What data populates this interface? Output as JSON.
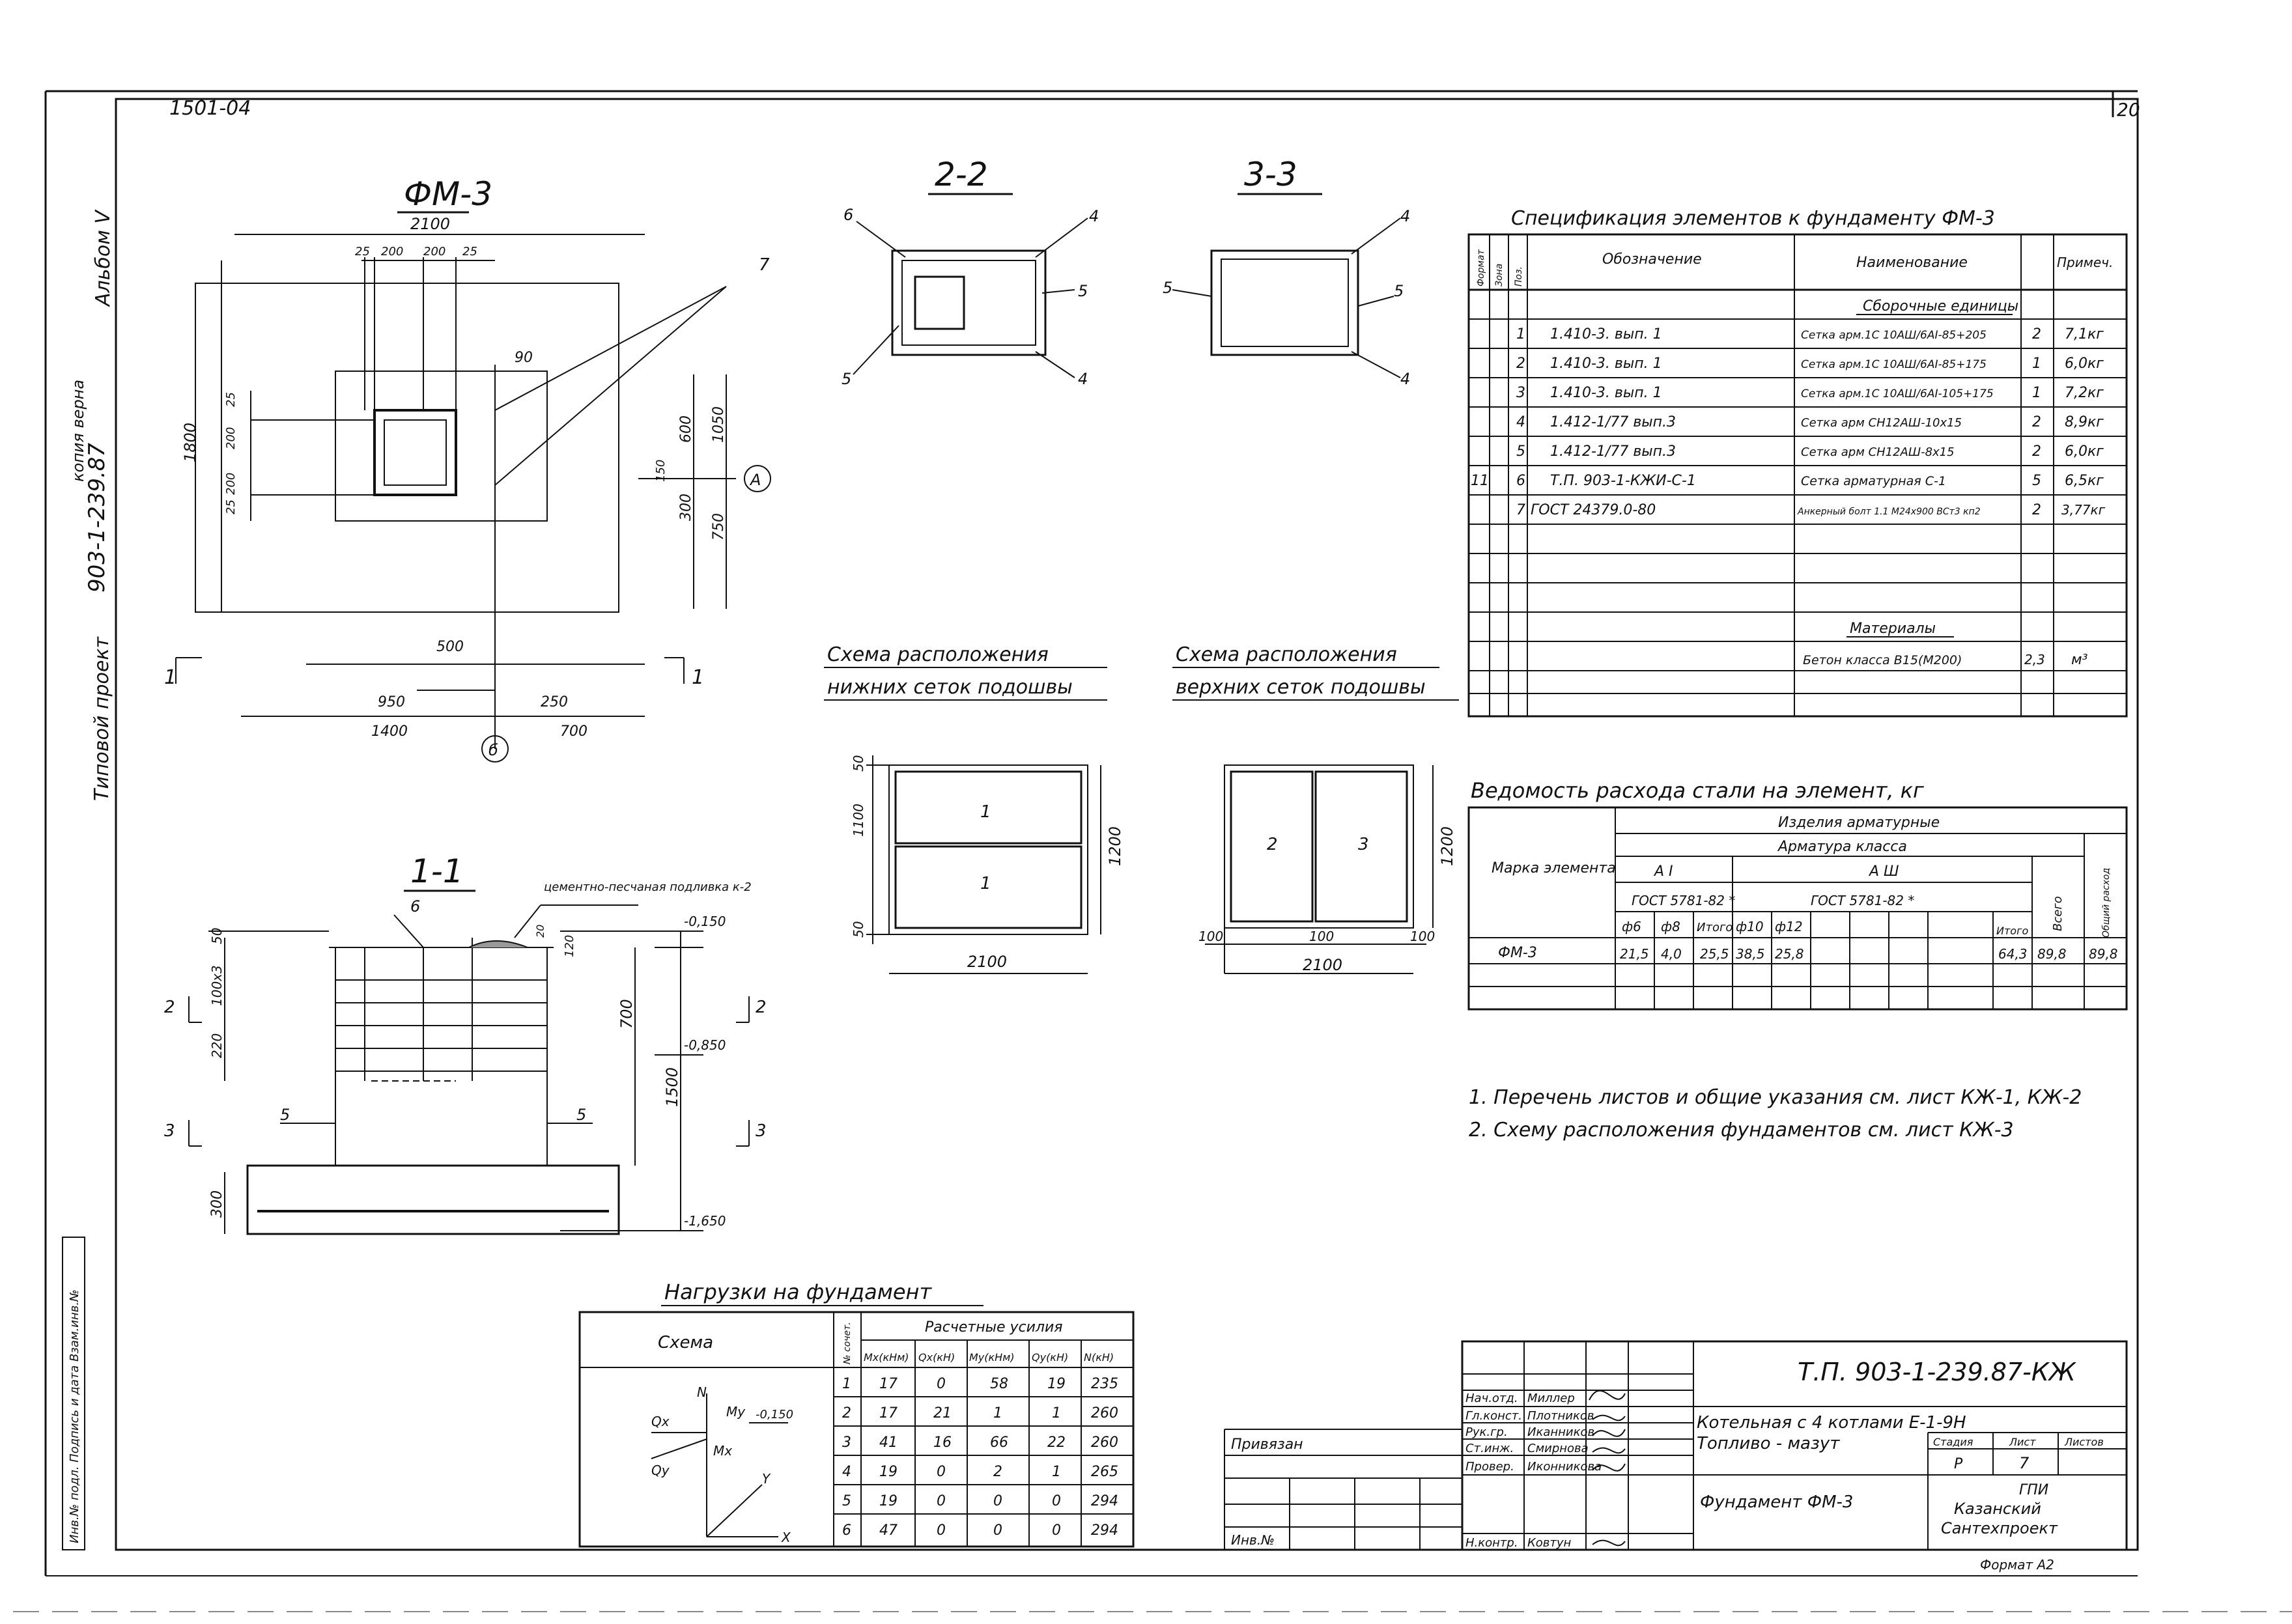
{
  "sheet": {
    "series_code": "1501-04",
    "sheet_number": "20",
    "left_margin": {
      "album": "Альбом V",
      "project_type": "Типовой проект",
      "project_number": "903-1-239.87",
      "copy_note": "копия верна"
    },
    "stamp_column": "Инв.№ подл. Подпись и дата Взам.инв.№"
  },
  "plan": {
    "title": "ФМ-3",
    "dims": {
      "overall_width": "2100",
      "col_25a": "25",
      "col_200a": "200",
      "col_200b": "200",
      "col_25b": "25",
      "overall_height": "1800",
      "left_25a": "25",
      "left_200a": "200",
      "left_200b": "200",
      "left_25b": "25",
      "d90": "90",
      "d600": "600",
      "d1050": "1050",
      "d150": "150",
      "d300": "300",
      "d750": "750",
      "d500": "500",
      "d950": "950",
      "d250": "250",
      "d1400": "1400",
      "d700": "700"
    },
    "callout_7": "7",
    "axis_a": "А",
    "axis_b": "б",
    "cut_1_left": "1",
    "cut_1_right": "1"
  },
  "section22": {
    "title": "2-2",
    "c6": "6",
    "c4a": "4",
    "c5a": "5",
    "c5b": "5",
    "c4b": "4"
  },
  "section33": {
    "title": "3-3",
    "c4a": "4",
    "c5a": "5",
    "c5b": "5",
    "c4b": "4"
  },
  "section11": {
    "title": "1-1",
    "note": "цементно-песчаная подливка к-2",
    "lvl_top": "-0,150",
    "lvl_mid": "-0,850",
    "lvl_bot": "-1,650",
    "d50": "50",
    "d100x3": "100x3",
    "d220": "220",
    "d300": "300",
    "d20": "20",
    "d120": "120",
    "d700": "700",
    "d1500": "1500",
    "c6": "6",
    "c5a": "5",
    "c5b": "5",
    "cut2_l": "2",
    "cut2_r": "2",
    "cut3_l": "3",
    "cut3_r": "3"
  },
  "scheme_lower": {
    "title_line1": "Схема расположения",
    "title_line2": "нижних сеток подошвы",
    "mesh_top": "1",
    "mesh_bottom": "1",
    "d50a": "50",
    "d1100": "1100",
    "d50b": "50",
    "d1200": "1200",
    "d2100": "2100"
  },
  "scheme_upper": {
    "title_line1": "Схема расположения",
    "title_line2": "верхних сеток подошвы",
    "mesh_left": "2",
    "mesh_right": "3",
    "d100a": "100",
    "d100b": "100",
    "d100c": "100",
    "d1200": "1200",
    "d2100": "2100"
  },
  "spec": {
    "title": "Спецификация элементов к фундаменту ФМ-3",
    "headers": [
      "Формат",
      "Зона",
      "Поз.",
      "Обозначение",
      "Наименование",
      "",
      "Примеч."
    ],
    "group1": "Сборочные единицы",
    "rows": [
      {
        "zone": "",
        "pos": "1",
        "code": "1.410-3. вып. 1",
        "name": "Сетка арм.1С 10АШ/6АI-85+205",
        "qty": "2",
        "note": "7,1кг"
      },
      {
        "zone": "",
        "pos": "2",
        "code": "1.410-3. вып. 1",
        "name": "Сетка арм.1С 10АШ/6АI-85+175",
        "qty": "1",
        "note": "6,0кг"
      },
      {
        "zone": "",
        "pos": "3",
        "code": "1.410-3. вып. 1",
        "name": "Сетка арм.1С 10АШ/6АI-105+175",
        "qty": "1",
        "note": "7,2кг"
      },
      {
        "zone": "",
        "pos": "4",
        "code": "1.412-1/77 вып.3",
        "name": "Сетка арм СН12АШ-10x15",
        "qty": "2",
        "note": "8,9кг"
      },
      {
        "zone": "",
        "pos": "5",
        "code": "1.412-1/77 вып.3",
        "name": "Сетка арм СН12АШ-8x15",
        "qty": "2",
        "note": "6,0кг"
      },
      {
        "zone": "11",
        "pos": "6",
        "code": "Т.П. 903-1-КЖИ-С-1",
        "name": "Сетка арматурная С-1",
        "qty": "5",
        "note": "6,5кг"
      },
      {
        "zone": "",
        "pos": "7",
        "code": "ГОСТ 24379.0-80",
        "name": "Анкерный болт 1.1 М24x900 ВСт3 кп2",
        "qty": "2",
        "note": "3,77кг"
      }
    ],
    "group2": "Материалы",
    "material": {
      "name": "Бетон класса В15(М200)",
      "qty": "2,3",
      "unit": "м³"
    }
  },
  "steel": {
    "title": "Ведомость расхода стали на элемент, кг",
    "h_mark": "Марка элемента",
    "h_products": "Изделия арматурные",
    "h_class": "Арматура класса",
    "h_a1": "А I",
    "h_a3": "А Ш",
    "h_gost1": "ГОСТ 5781-82 *",
    "h_gost2": "ГОСТ 5781-82 *",
    "h_total_col": "Всего",
    "h_overall": "Общий расход",
    "cols": [
      "ф6",
      "ф8",
      "Итого",
      "ф10",
      "ф12",
      "",
      "",
      "Итого"
    ],
    "row": {
      "mark": "ФМ-3",
      "f6": "21,5",
      "f8": "4,0",
      "sum1": "25,5",
      "f10": "38,5",
      "f12": "25,8",
      "sum2": "64,3",
      "all": "89,8",
      "total": "89,8"
    }
  },
  "notes": {
    "n1": "1. Перечень листов и общие указания см. лист КЖ-1, КЖ-2",
    "n2": "2. Схему расположения фундаментов см. лист КЖ-3"
  },
  "loads": {
    "title": "Нагрузки на фундамент",
    "h_scheme": "Схема",
    "h_comb": "№ сочет.",
    "h_forces": "Расчетные усилия",
    "cols": [
      "Mx(кНм)",
      "Qx(кН)",
      "My(кНм)",
      "Qy(кН)",
      "N(кН)"
    ],
    "rows": [
      [
        "1",
        "17",
        "0",
        "58",
        "19",
        "235"
      ],
      [
        "2",
        "17",
        "21",
        "1",
        "1",
        "260"
      ],
      [
        "3",
        "41",
        "16",
        "66",
        "22",
        "260"
      ],
      [
        "4",
        "19",
        "0",
        "2",
        "1",
        "265"
      ],
      [
        "5",
        "19",
        "0",
        "0",
        "0",
        "294"
      ],
      [
        "6",
        "47",
        "0",
        "0",
        "0",
        "294"
      ]
    ],
    "axis_n": "N",
    "axis_my": "My",
    "axis_mx": "Mx",
    "axis_qx": "Qx",
    "axis_qy": "Qy",
    "axis_x": "X",
    "axis_y": "Y",
    "level": "-0,150"
  },
  "titleblock": {
    "doc_code": "Т.П. 903-1-239.87-КЖ",
    "object": "Котельная с 4 котлами Е-1-9Н",
    "fuel": "Топливо - мазут",
    "sheet_name": "Фундамент ФМ-3",
    "tied": "Привязан",
    "inv": "Инв.№",
    "stage_h": "Стадия",
    "sheet_h": "Лист",
    "sheets_h": "Листов",
    "stage": "Р",
    "sheet": "7",
    "sheets": "",
    "org1": "ГПИ",
    "org2": "Казанский",
    "org3": "Сантехпроект",
    "format": "Формат А2",
    "people": [
      {
        "role": "Нач.отд.",
        "name": "Миллер"
      },
      {
        "role": "Гл.конст.",
        "name": "Плотников"
      },
      {
        "role": "Рук.гр.",
        "name": "Иканников"
      },
      {
        "role": "Ст.инж.",
        "name": "Смирнова"
      },
      {
        "role": "Провер.",
        "name": "Иконникова"
      },
      {
        "role": "Н.контр.",
        "name": "Ковтун"
      }
    ]
  }
}
